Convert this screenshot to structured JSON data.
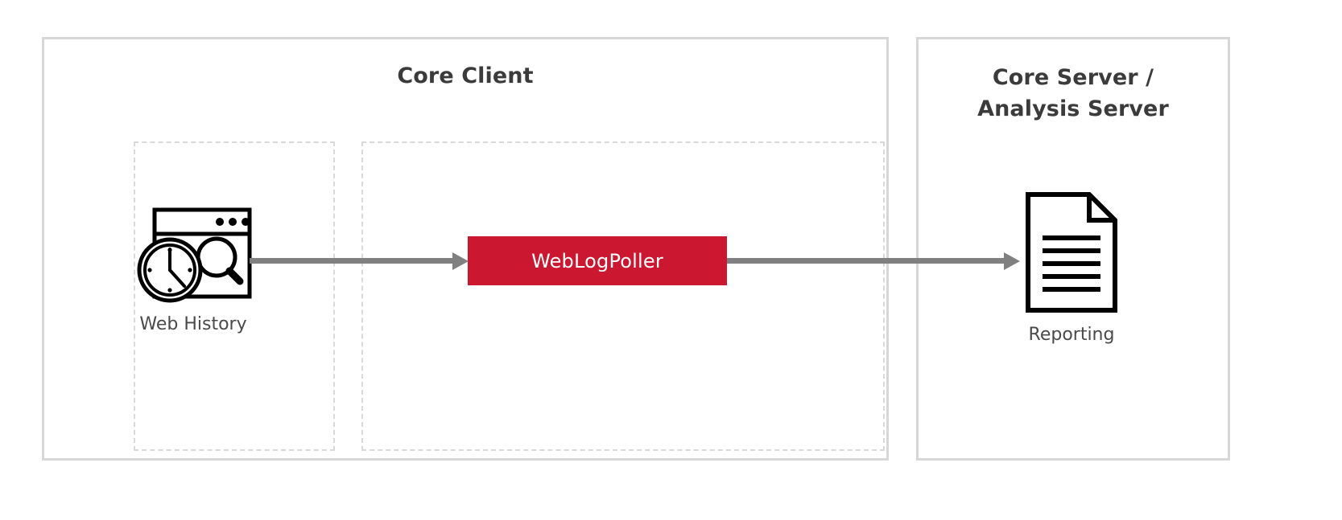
{
  "diagram": {
    "type": "architecture-flow",
    "background": "#ffffff",
    "accent_color": "#cc1730",
    "arrow_color": "#808080",
    "panel_border_color": "#d7d7d7",
    "dashed_border_color": "#d9d9d9",
    "title_color": "#3b3b3b"
  },
  "panels": [
    {
      "id": "core-client",
      "title": "Core Client"
    },
    {
      "id": "core-server",
      "title": "Core Server /\nAnalysis Server"
    }
  ],
  "nodes": {
    "web_history": {
      "label": "Web History",
      "icon": "browser-clock-search-icon"
    },
    "weblogpoller": {
      "label": "WebLogPoller",
      "fill": "#cc1730",
      "text_color": "#ffffff"
    },
    "reporting": {
      "label": "Reporting",
      "icon": "document-report-icon"
    }
  },
  "arrows": [
    {
      "id": "history-to-poller",
      "from": "web_history",
      "to": "weblogpoller",
      "color": "#808080"
    },
    {
      "id": "poller-to-reporting",
      "from": "weblogpoller",
      "to": "reporting",
      "color": "#808080"
    }
  ]
}
